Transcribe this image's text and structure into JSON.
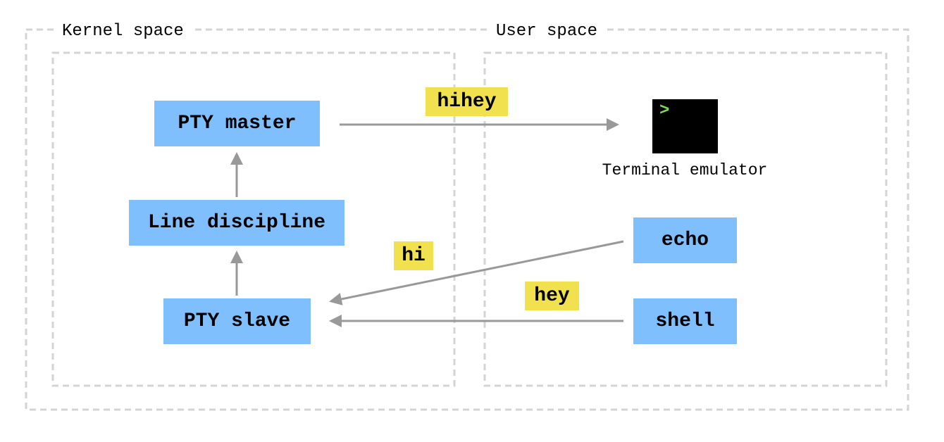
{
  "regions": {
    "kernel_title": "Kernel space",
    "user_title": "User space"
  },
  "kernel": {
    "pty_master": "PTY master",
    "line_discipline": "Line discipline",
    "pty_slave": "PTY slave"
  },
  "user": {
    "terminal_prompt": ">",
    "terminal_label": "Terminal emulator",
    "echo": "echo",
    "shell": "shell"
  },
  "flows": {
    "master_to_terminal": "hihey",
    "echo_to_slave": "hi",
    "shell_to_slave": "hey"
  },
  "colors": {
    "box": "#80bffd",
    "tag": "#f2e14f",
    "arrow": "#999999",
    "dash": "#d4d4d4",
    "prompt": "#7ed957"
  }
}
